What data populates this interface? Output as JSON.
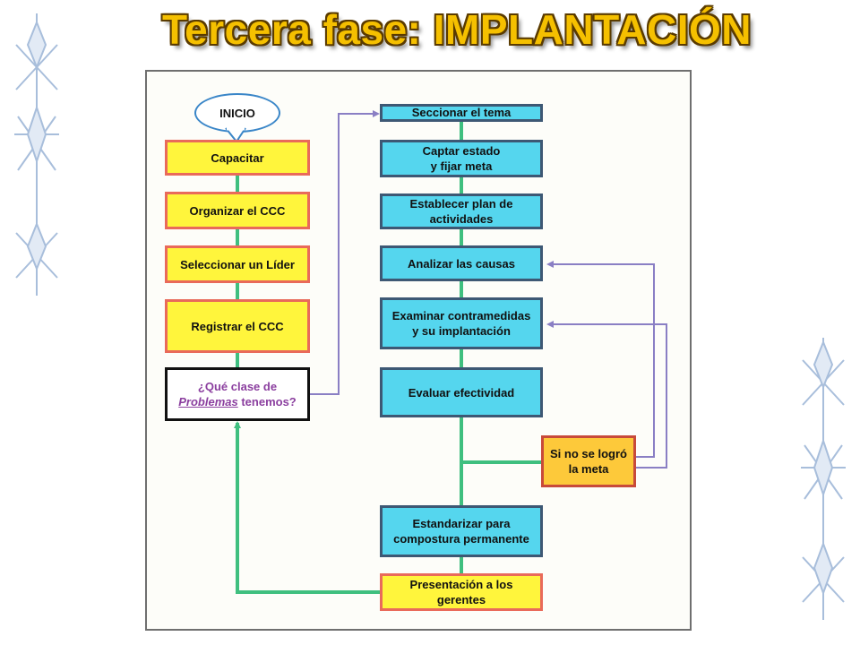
{
  "title": "Tercera fase: IMPLANTACIÓN",
  "start": "INICIO",
  "left_steps": [
    "Capacitar",
    "Organizar el CCC",
    "Seleccionar un Líder",
    "Registrar el CCC"
  ],
  "question": {
    "prefix": "¿Qué clase de",
    "emphasis": "Problemas",
    "suffix": "tenemos?"
  },
  "right_steps": [
    "Seccionar el tema",
    "Captar estado\ny fijar meta",
    "Establecer plan de\nactividades",
    "Analizar las causas",
    "Examinar contramedidas\ny su implantación",
    "Evaluar efectividad"
  ],
  "failure_box": "Si no se logró\nla meta",
  "standardize": "Estandarizar para\ncompostura permanente",
  "present": "Presentación a los\ngerentes",
  "colors": {
    "step_yellow": "#fff53c",
    "step_cyan": "#55d6ee",
    "failure_orange": "#fdc93a",
    "flow_green": "#3fbf7f",
    "loop_purple": "#8a7fc4",
    "title_gold": "#f5c000"
  }
}
